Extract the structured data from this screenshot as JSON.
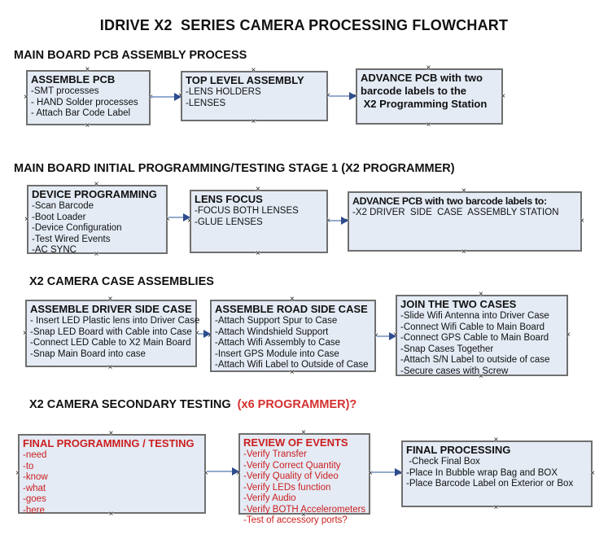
{
  "title": "IDRIVE X2  SERIES CAMERA PROCESSING FLOWCHART",
  "colors": {
    "box_fill": "#e4ebf5",
    "box_border": "#6f6f6f",
    "arrow_line": "#94abce",
    "arrow_head": "#2e4c8e",
    "red_text": "#cc1f1f"
  },
  "handle_glyph": "×",
  "sections": {
    "s1": {
      "header": "MAIN BOARD PCB ASSEMBLY PROCESS"
    },
    "s2": {
      "header": "MAIN BOARD INITIAL PROGRAMMING/TESTING STAGE 1 (X2 PROGRAMMER)"
    },
    "s3": {
      "header": "X2 CAMERA CASE ASSEMBLIES"
    },
    "s4": {
      "header": "X2 CAMERA SECONDARY TESTING  ",
      "header_red": "(x6 PROGRAMMER)?"
    }
  },
  "boxes": {
    "assemble_pcb": {
      "title": "ASSEMBLE PCB",
      "lines": [
        "-SMT processes",
        "- HAND Solder processes",
        "- Attach Bar Code Label"
      ]
    },
    "top_level_assembly": {
      "title": "TOP LEVEL ASSEMBLY",
      "lines": [
        "-LENS HOLDERS",
        "-LENSES"
      ]
    },
    "advance_pcb_1": {
      "title": "ADVANCE PCB with two\nbarcode labels to the\n X2 Programming Station",
      "lines": []
    },
    "device_programming": {
      "title": "DEVICE PROGRAMMING",
      "lines": [
        "-Scan Barcode",
        "-Boot Loader",
        "-Device Configuration",
        "-Test Wired Events",
        "-AC SYNC"
      ]
    },
    "lens_focus": {
      "title": "LENS FOCUS",
      "lines": [
        "-FOCUS BOTH LENSES",
        "-GLUE LENSES"
      ]
    },
    "advance_pcb_2": {
      "title": "ADVANCE PCB with two barcode labels to:",
      "lines": [
        "-X2 DRIVER  SIDE  CASE  ASSEMBLY STATION"
      ]
    },
    "assemble_driver_side": {
      "title": "ASSEMBLE DRIVER SIDE CASE",
      "lines": [
        "- Insert LED Plastic lens into Driver Case",
        "-Snap LED Board with Cable into Case",
        "-Connect LED Cable to X2 Main Board",
        "-Snap Main Board into case"
      ]
    },
    "assemble_road_side": {
      "title": "ASSEMBLE ROAD SIDE CASE",
      "lines": [
        "-Attach Support Spur to Case",
        "-Attach Windshield Support",
        "-Attach Wifi Assembly to Case",
        "-Insert GPS Module into Case",
        "-Attach Wifi Label to Outside of Case"
      ]
    },
    "join_two_cases": {
      "title": "JOIN THE TWO CASES",
      "lines": [
        "-Slide Wifi Antenna into Driver Case",
        "-Connect Wifi Cable to Main Board",
        "-Connect GPS Cable to Main Board",
        "-Snap Cases Together",
        "-Attach S/N Label to outside of case",
        "-Secure cases with Screw"
      ]
    },
    "final_programming": {
      "title": "FINAL PROGRAMMING / TESTING",
      "lines": [
        "-need",
        "-to",
        "-know",
        "-what",
        "-goes",
        "-here"
      ]
    },
    "review_of_events": {
      "title": "REVIEW OF EVENTS",
      "lines": [
        "-Verify Transfer",
        "-Verify Correct Quantity",
        "-Verify Quality of Video",
        "-Verify LEDs function",
        "-Verify Audio",
        "-Verify BOTH Accelerometers",
        "-Test of accessory ports?"
      ]
    },
    "final_processing": {
      "title": "FINAL PROCESSING",
      "lines": [
        " -Check Final Box",
        "-Place In Bubble wrap Bag and BOX",
        "-Place Barcode Label on Exterior or Box"
      ]
    }
  }
}
